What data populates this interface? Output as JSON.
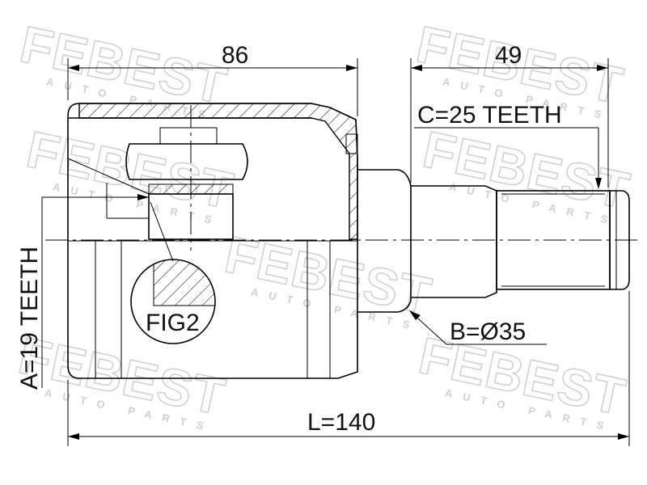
{
  "watermark": {
    "brand": "FEBEST",
    "sub": "AUTO PARTS"
  },
  "dimensions": {
    "body_length": "86",
    "stem_length": "49",
    "total_length": "L=140",
    "outer_spline": "C=25 TEETH",
    "inner_spline": "A=19 TEETH",
    "seal_diameter": "B=Ø35"
  },
  "figure_label": "FIG2"
}
